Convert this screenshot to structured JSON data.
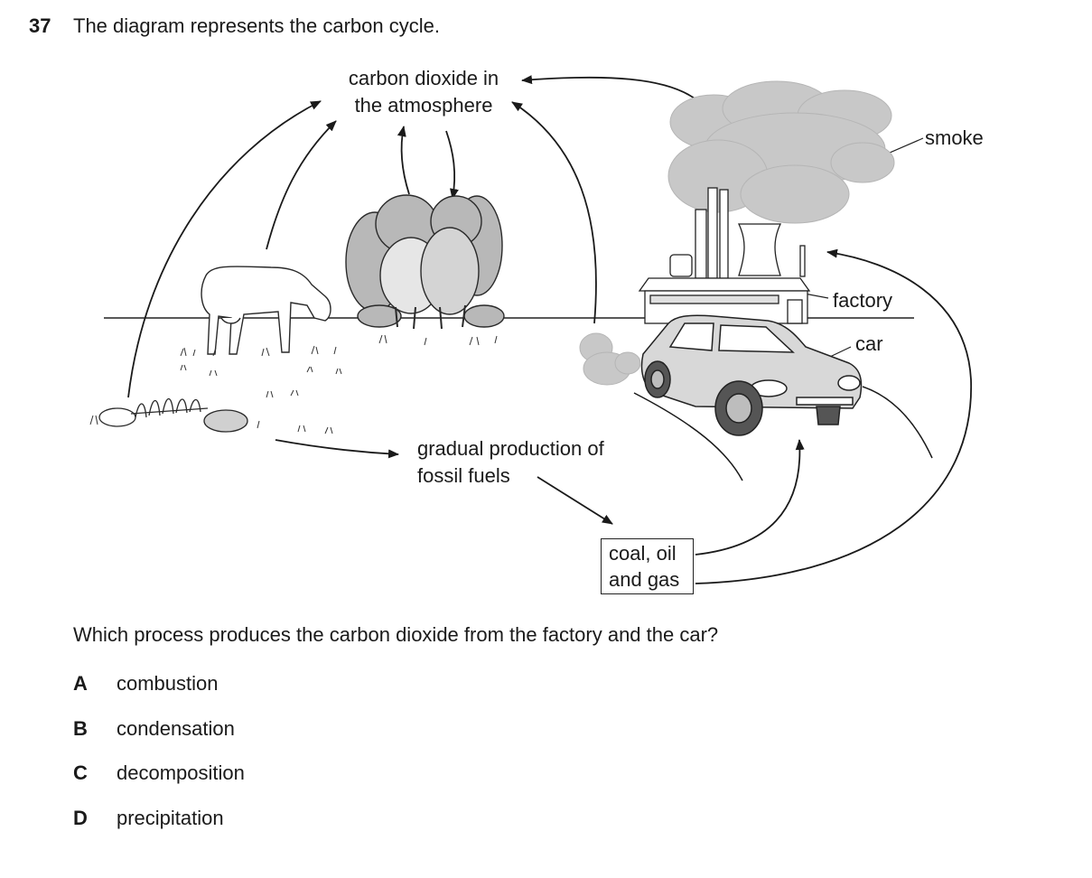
{
  "question_number": "37",
  "stem": "The diagram represents the carbon cycle.",
  "diagram": {
    "co2_line1": "carbon dioxide in",
    "co2_line2": "the atmosphere",
    "fossil_line1": "gradual production of",
    "fossil_line2": "fossil fuels",
    "coal_line1": "coal, oil",
    "coal_line2": "and gas",
    "smoke": "smoke",
    "factory": "factory",
    "car": "car"
  },
  "question": "Which process produces the carbon dioxide from the factory and the car?",
  "options": [
    {
      "letter": "A",
      "text": "combustion"
    },
    {
      "letter": "B",
      "text": "condensation"
    },
    {
      "letter": "C",
      "text": "decomposition"
    },
    {
      "letter": "D",
      "text": "precipitation"
    }
  ]
}
